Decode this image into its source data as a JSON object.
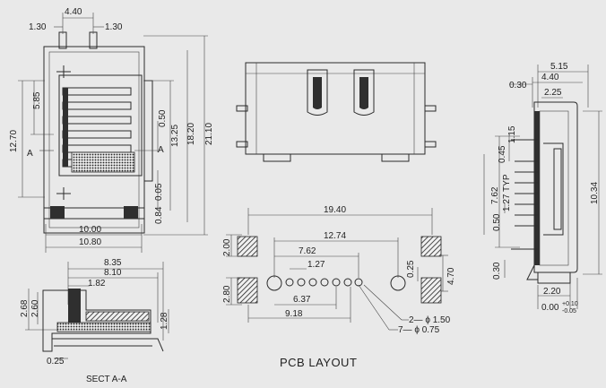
{
  "front_view": {
    "dims": {
      "top_width": "4.40",
      "left_tab": "1.30",
      "right_tab": "1.30",
      "height_a": "5.85",
      "height_total_left": "12.70",
      "mark_a_left": "A",
      "mark_a_right": "A",
      "pitch_050": "0.50",
      "h_1325": "13.25",
      "h_1820": "18.20",
      "h_2110": "21.10",
      "small_005": "0.05",
      "small_084": "0.84",
      "w_1000": "10.00",
      "w_1080": "10.80"
    }
  },
  "section_view": {
    "dims": {
      "w_835": "8.35",
      "w_810": "8.10",
      "w_182": "1.82",
      "h_268": "2.68",
      "h_260": "2.60",
      "h_128": "1.28",
      "w_025": "0.25"
    },
    "caption": "SECT A-A"
  },
  "pcb_layout": {
    "dims": {
      "w_1940": "19.40",
      "w_1274": "12.74",
      "w_762": "7.62",
      "w_127": "1.27",
      "w_637": "6.37",
      "w_918": "9.18",
      "h_200": "2.00",
      "h_280": "2.80",
      "h_025": "0.25",
      "h_470": "4.70",
      "hole_large": "2— ϕ 1.50",
      "hole_small": "7— ϕ 0.75"
    },
    "caption": "PCB  LAYOUT"
  },
  "side_view": {
    "dims": {
      "w_515": "5.15",
      "w_440": "4.40",
      "w_030_top": "0.30",
      "w_225": "2.25",
      "h_115": "1.15",
      "h_045": "0.45",
      "h_762": "7.62",
      "h_127typ": "1.27 TYP",
      "h_1034": "10.34",
      "h_050": "0.50",
      "h_030_bot": "0.30",
      "w_220": "2.20",
      "tol": "0.00",
      "tol_plus": "+0.10",
      "tol_minus": "-0.05"
    }
  }
}
